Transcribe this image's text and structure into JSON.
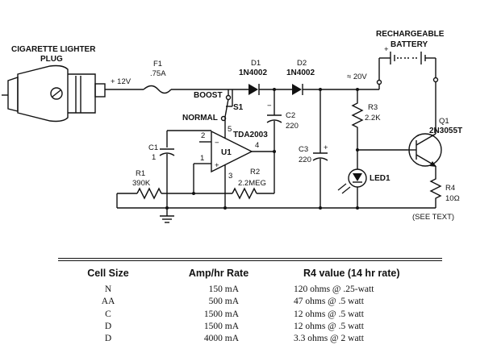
{
  "schematic": {
    "plug_label_1": "CIGARETTE LIGHTER",
    "plug_label_2": "PLUG",
    "supply_label": "+ 12V",
    "f1_name": "F1",
    "f1_value": ".75A",
    "d1_name": "D1",
    "d1_value": "1N4002",
    "d2_name": "D2",
    "d2_value": "1N4002",
    "out_voltage": "≈ 20V",
    "battery_label_1": "RECHARGEABLE",
    "battery_label_2": "BATTERY",
    "boost_label": "BOOST",
    "normal_label": "NORMAL",
    "s1_name": "S1",
    "c2_name": "C2",
    "c2_value": "220",
    "c3_name": "C3",
    "c3_value": "220",
    "c1_name": "C1",
    "c1_value": "1",
    "r1_name": "R1",
    "r1_value": "390K",
    "r2_name": "R2",
    "r2_value": "2.2MEG",
    "r3_name": "R3",
    "r3_value": "2.2K",
    "r4_name": "R4",
    "r4_value": "10Ω",
    "q1_name": "Q1",
    "q1_value": "2N3055T",
    "u1_part": "TDA2003",
    "u1_name": "U1",
    "led_name": "LED1",
    "see_text": "(SEE TEXT)",
    "pin1": "1",
    "pin2": "2",
    "pin3": "3",
    "pin4": "4",
    "pin5": "5",
    "plus": "+",
    "minus": "−"
  },
  "table": {
    "headers": [
      "Cell Size",
      "Amp/hr Rate",
      "R4 value (14 hr rate)"
    ],
    "rows": [
      [
        "N",
        "150 mA",
        "120 ohms @ .25-watt"
      ],
      [
        "AA",
        "500 mA",
        "47 ohms @ .5 watt"
      ],
      [
        "C",
        "1500 mA",
        "12 ohms @ .5 watt"
      ],
      [
        "D",
        "1500 mA",
        "12 ohms @ .5 watt"
      ],
      [
        "D",
        "4000 mA",
        "3.3 ohms @ 2 watt"
      ]
    ]
  }
}
